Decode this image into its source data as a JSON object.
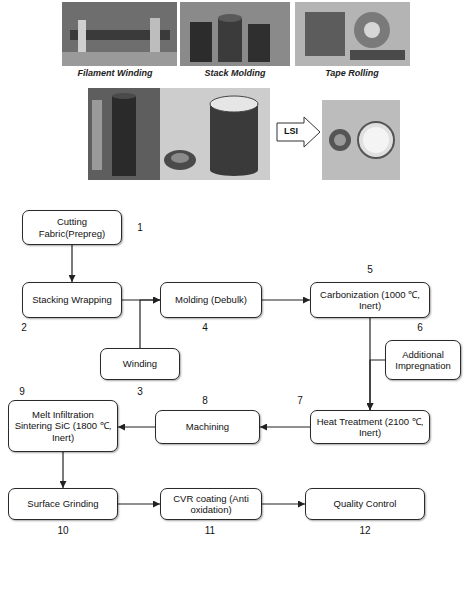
{
  "diagram": {
    "nodes": [
      {
        "text": [
          "Cutting Fabric(Prepreg)"
        ]
      },
      {
        "text": [
          "Stacking Wrapping"
        ]
      },
      {
        "text": [
          "Winding"
        ]
      },
      {
        "text": [
          "Molding (Debulk)"
        ]
      },
      {
        "text": [
          "Carbonization (1000 ℃, Inert)"
        ]
      },
      {
        "text": [
          "Additional Impregnation"
        ]
      },
      {
        "text": [
          "Heat Treatment (2100 ℃, Inert)"
        ]
      },
      {
        "text": [
          "Machining"
        ]
      },
      {
        "text": [
          "Melt Infiltration Sintering SiC (1800 ℃, Inert)"
        ]
      },
      {
        "text": [
          "Surface Grinding"
        ]
      },
      {
        "text": [
          "CVR coating (Anti oxidation)"
        ]
      },
      {
        "text": [
          "Quality Control"
        ]
      }
    ],
    "edges": [
      {
        "from": 0,
        "to": 1,
        "arrow": "to"
      },
      {
        "from": 1,
        "to": 3,
        "arrow": "to"
      },
      {
        "from": 2,
        "to": 3,
        "arrow": "to"
      },
      {
        "from": 3,
        "to": 4,
        "arrow": "to"
      },
      {
        "from": 4,
        "to": 6,
        "arrow": "to"
      },
      {
        "from": 5,
        "to": 6,
        "arrow": "to"
      },
      {
        "from": 6,
        "to": 7,
        "arrow": "to"
      },
      {
        "from": 7,
        "to": 8,
        "arrow": "to"
      },
      {
        "from": 8,
        "to": 9,
        "arrow": "to"
      },
      {
        "from": 9,
        "to": 10,
        "arrow": "to"
      },
      {
        "from": 10,
        "to": 11,
        "arrow": "to"
      }
    ],
    "labels": [
      "Filament Winding",
      "Stack Molding",
      "Tape Rolling",
      "LSI",
      "1",
      "2",
      "3",
      "4",
      "5",
      "6",
      "7",
      "8",
      "9",
      "10",
      "11",
      "12"
    ]
  }
}
